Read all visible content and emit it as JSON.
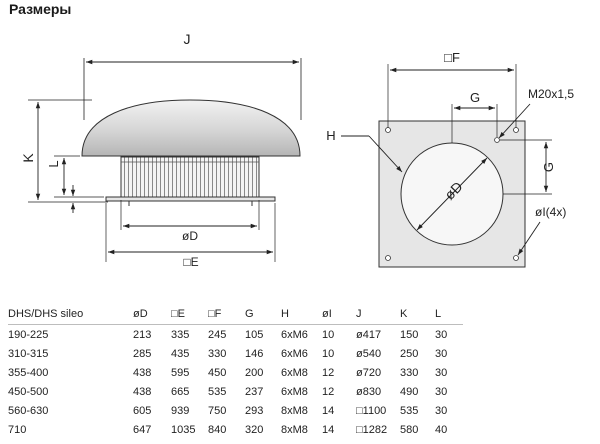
{
  "title": "Размеры",
  "side_view": {
    "labels": {
      "J": "J",
      "K": "K",
      "L": "L",
      "D": "øD",
      "E": "□E"
    }
  },
  "top_view": {
    "labels": {
      "F": "□F",
      "G_h": "G",
      "G_v": "G",
      "H": "H",
      "M": "M20x1,5",
      "D": "øD",
      "I": "øI(4x)"
    }
  },
  "table": {
    "headers": [
      "DHS/DHS sileo",
      "øD",
      "□E",
      "□F",
      "G",
      "H",
      "øI",
      "J",
      "K",
      "L"
    ],
    "rows": [
      [
        "190-225",
        "213",
        "335",
        "245",
        "105",
        "6xM6",
        "10",
        "ø417",
        "150",
        "30"
      ],
      [
        "310-315",
        "285",
        "435",
        "330",
        "146",
        "6xM6",
        "10",
        "ø540",
        "250",
        "30"
      ],
      [
        "355-400",
        "438",
        "595",
        "450",
        "200",
        "6xM8",
        "12",
        "ø720",
        "330",
        "30"
      ],
      [
        "450-500",
        "438",
        "665",
        "535",
        "237",
        "6xM8",
        "12",
        "ø830",
        "490",
        "30"
      ],
      [
        "560-630",
        "605",
        "939",
        "750",
        "293",
        "8xM8",
        "14",
        "□1100",
        "535",
        "30"
      ],
      [
        "710",
        "647",
        "1035",
        "840",
        "320",
        "8xM8",
        "14",
        "□1282",
        "580",
        "40"
      ]
    ]
  }
}
